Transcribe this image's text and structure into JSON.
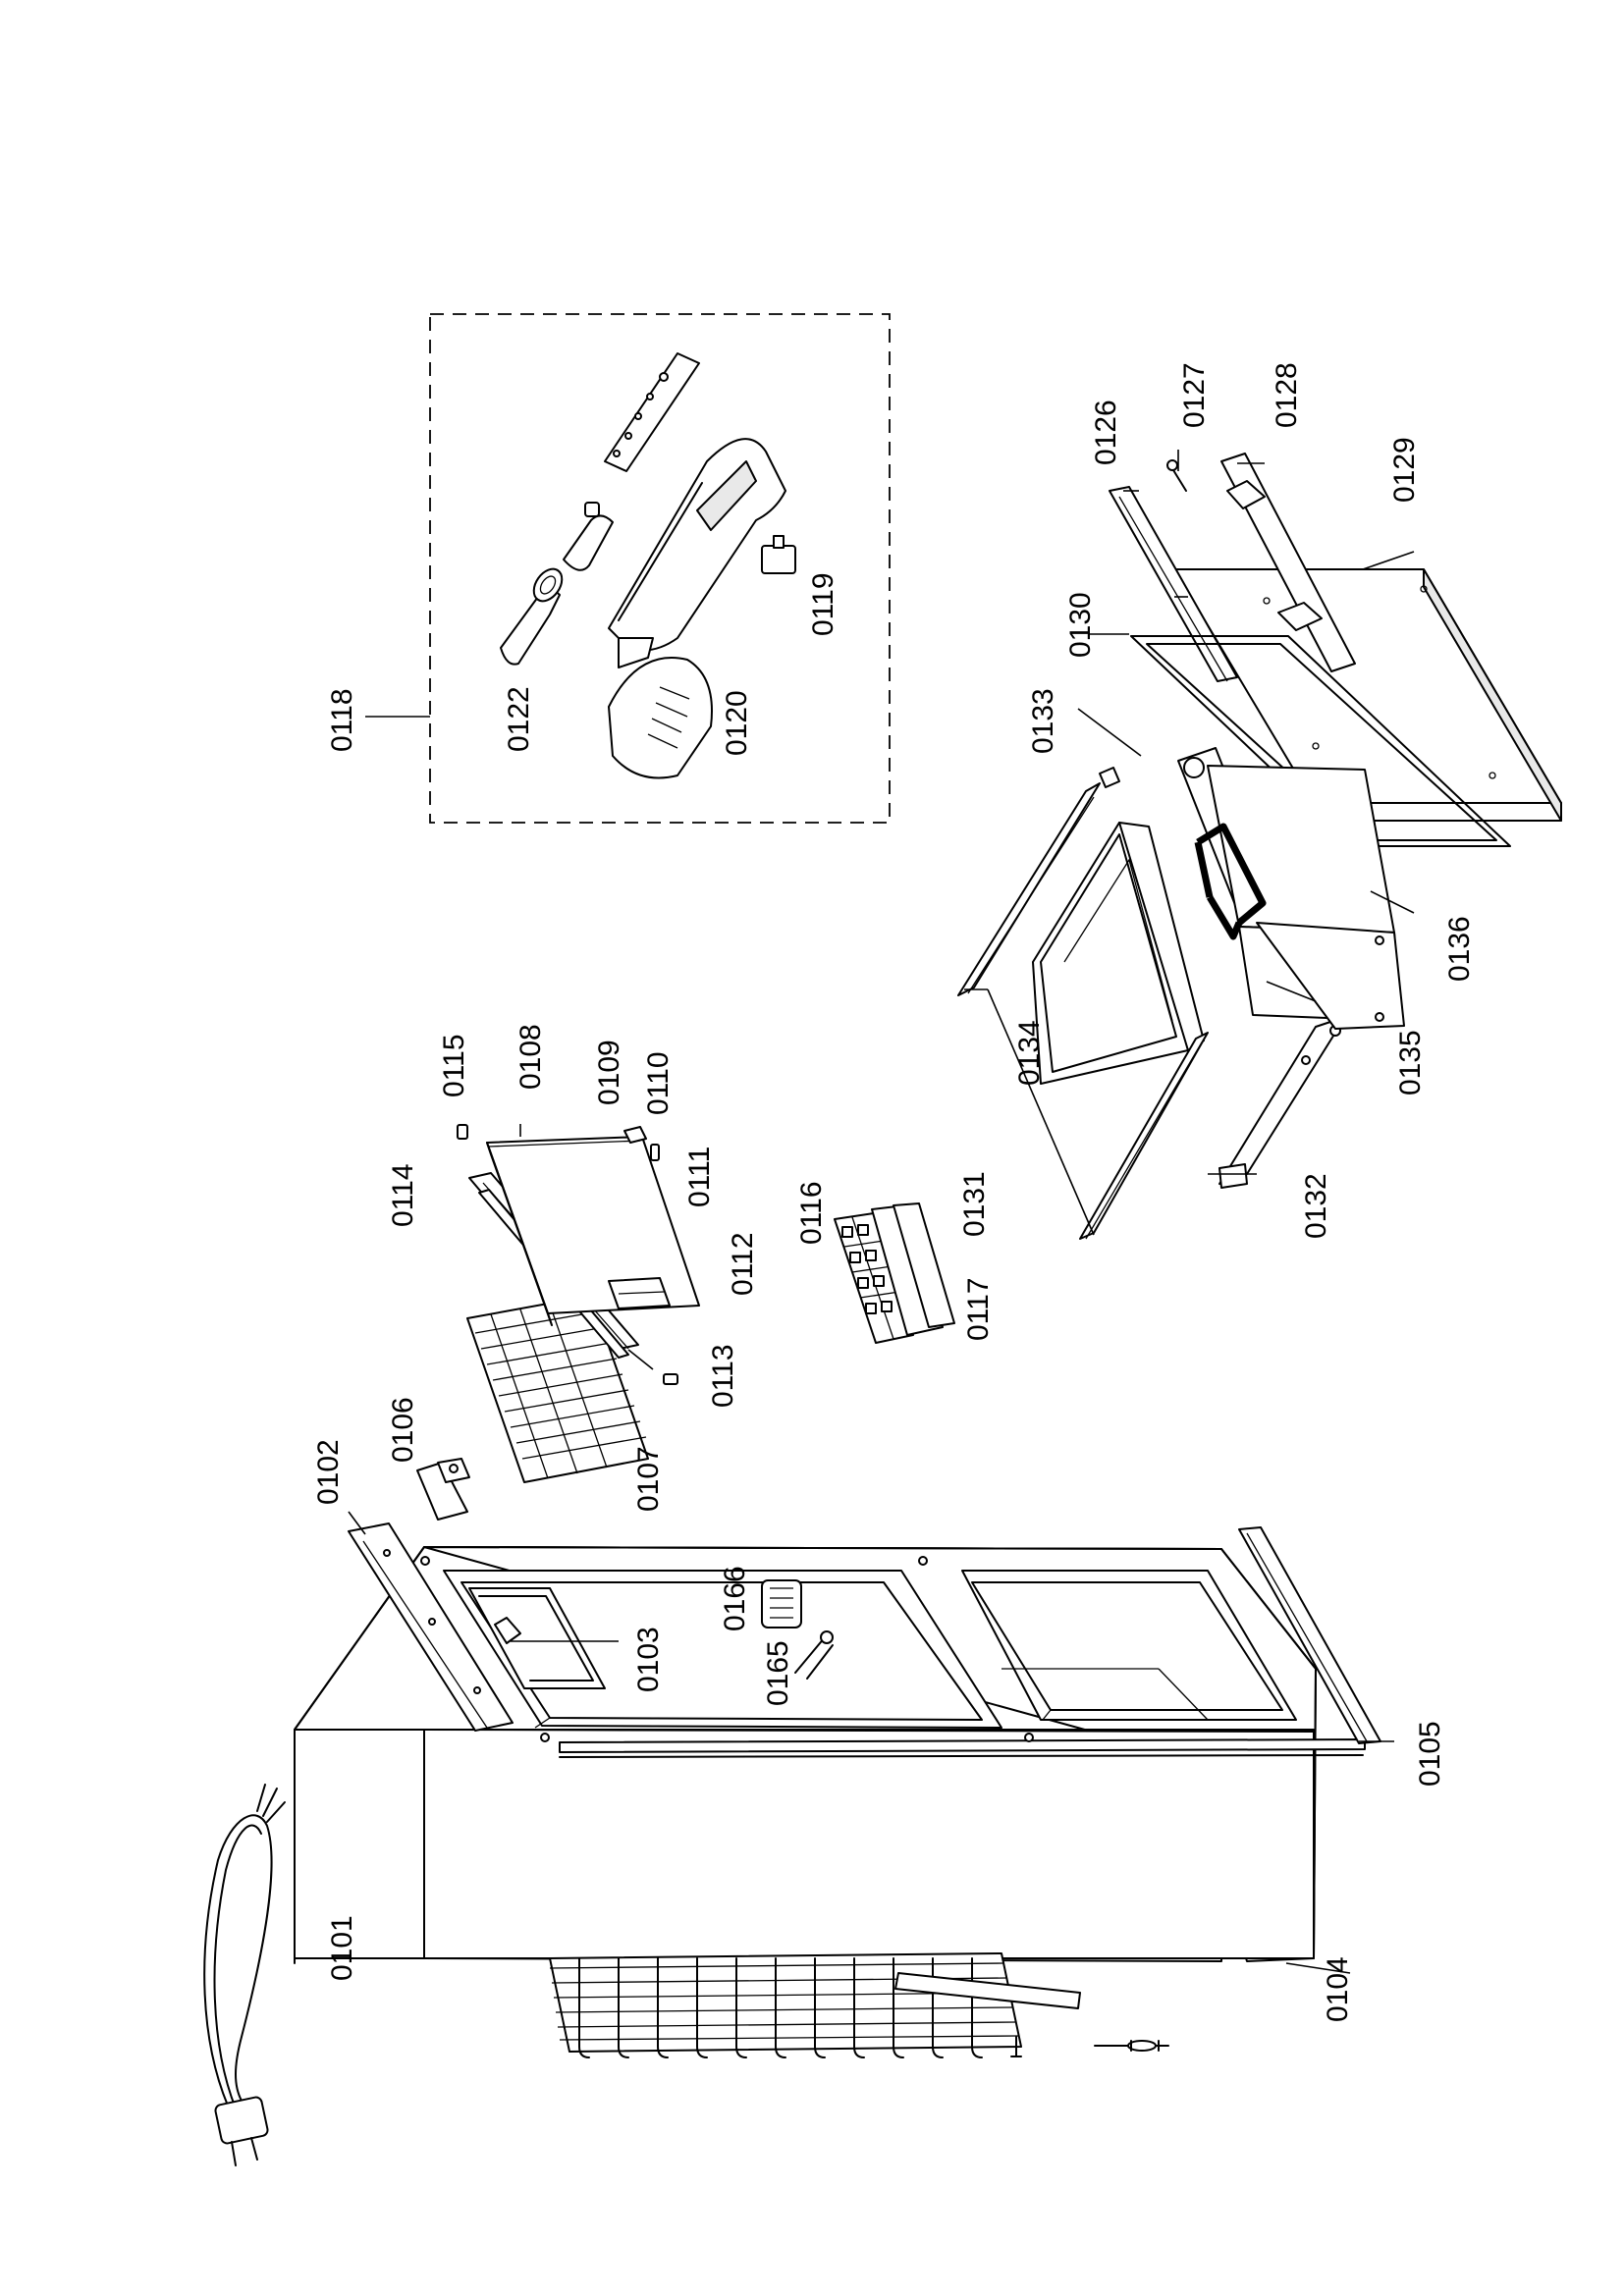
{
  "labels": {
    "p0101": "0101",
    "p0102": "0102",
    "p0103": "0103",
    "p0104": "0104",
    "p0105": "0105",
    "p0106": "0106",
    "p0107": "0107",
    "p0108": "0108",
    "p0109": "0109",
    "p0110": "0110",
    "p0111": "0111",
    "p0112": "0112",
    "p0113": "0113",
    "p0114": "0114",
    "p0115": "0115",
    "p0116": "0116",
    "p0117": "0117",
    "p0118": "0118",
    "p0119": "0119",
    "p0120": "0120",
    "p0122": "0122",
    "p0126": "0126",
    "p0127": "0127",
    "p0128": "0128",
    "p0129": "0129",
    "p0130": "0130",
    "p0131": "0131",
    "p0132": "0132",
    "p0133": "0133",
    "p0134": "0134",
    "p0135": "0135",
    "p0136": "0136",
    "p0165": "0165",
    "p0166": "0166"
  }
}
